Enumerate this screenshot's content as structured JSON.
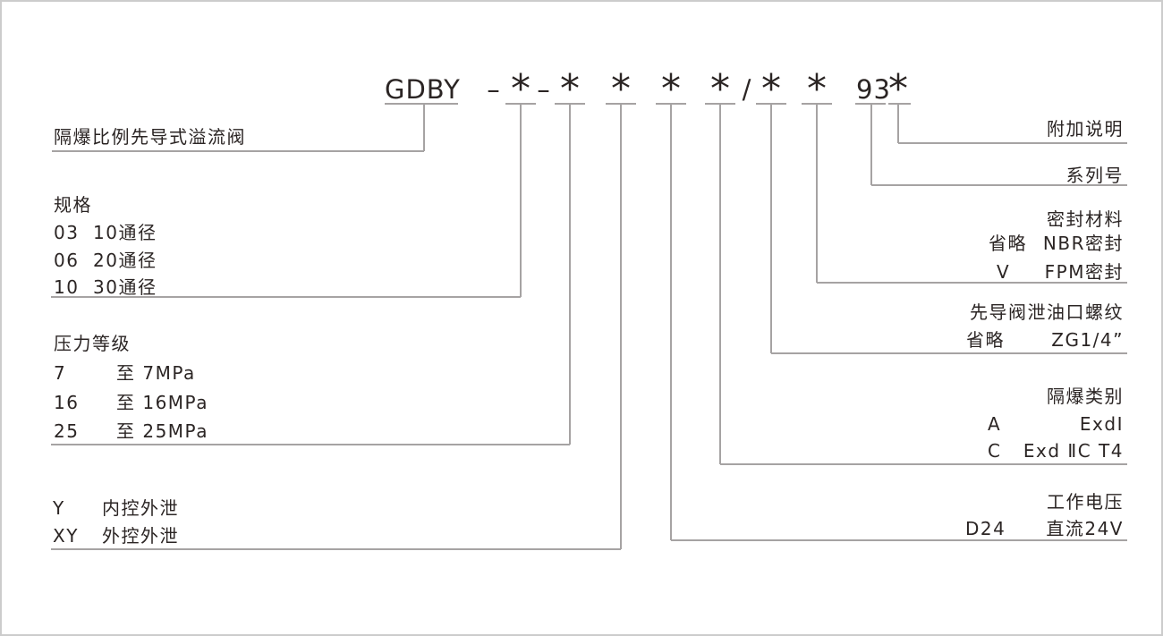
{
  "code_row": {
    "model_prefix": "GDBY",
    "dash": "–",
    "star": "*",
    "slash": "/",
    "series_number": "93"
  },
  "left": {
    "product_name": "隔爆比例先导式溢流阀",
    "spec": {
      "title": "规格",
      "rows": [
        {
          "code": "03",
          "desc": "10通径"
        },
        {
          "code": "06",
          "desc": "20通径"
        },
        {
          "code": "10",
          "desc": "30通径"
        }
      ]
    },
    "pressure": {
      "title": "压力等级",
      "rows": [
        {
          "code": "7",
          "desc": "至 7MPa"
        },
        {
          "code": "16",
          "desc": "至 16MPa"
        },
        {
          "code": "25",
          "desc": "至 25MPa"
        }
      ]
    },
    "control": {
      "rows": [
        {
          "code": "Y",
          "desc": "内控外泄"
        },
        {
          "code": "XY",
          "desc": "外控外泄"
        }
      ]
    }
  },
  "right": {
    "addendum": {
      "title": "附加说明"
    },
    "series": {
      "title": "系列号"
    },
    "seal": {
      "title": "密封材料",
      "rows": [
        {
          "code": "省略",
          "desc": "NBR密封"
        },
        {
          "code": "V",
          "desc": "FPM密封"
        }
      ]
    },
    "pilot_thread": {
      "title": "先导阀泄油口螺纹",
      "rows": [
        {
          "code": "省略",
          "desc": "ZG1/4”"
        }
      ]
    },
    "explosion_class": {
      "title": "隔爆类别",
      "rows": [
        {
          "code": "A",
          "desc": "ExdⅠ"
        },
        {
          "code": "C",
          "desc": "Exd ⅡC T4"
        }
      ]
    },
    "voltage": {
      "title": "工作电压",
      "rows": [
        {
          "code": "D24",
          "desc": "直流24V"
        }
      ]
    }
  },
  "colors": {
    "line": "#a6a3a3",
    "text": "#2b2524",
    "border": "#cccccc"
  }
}
